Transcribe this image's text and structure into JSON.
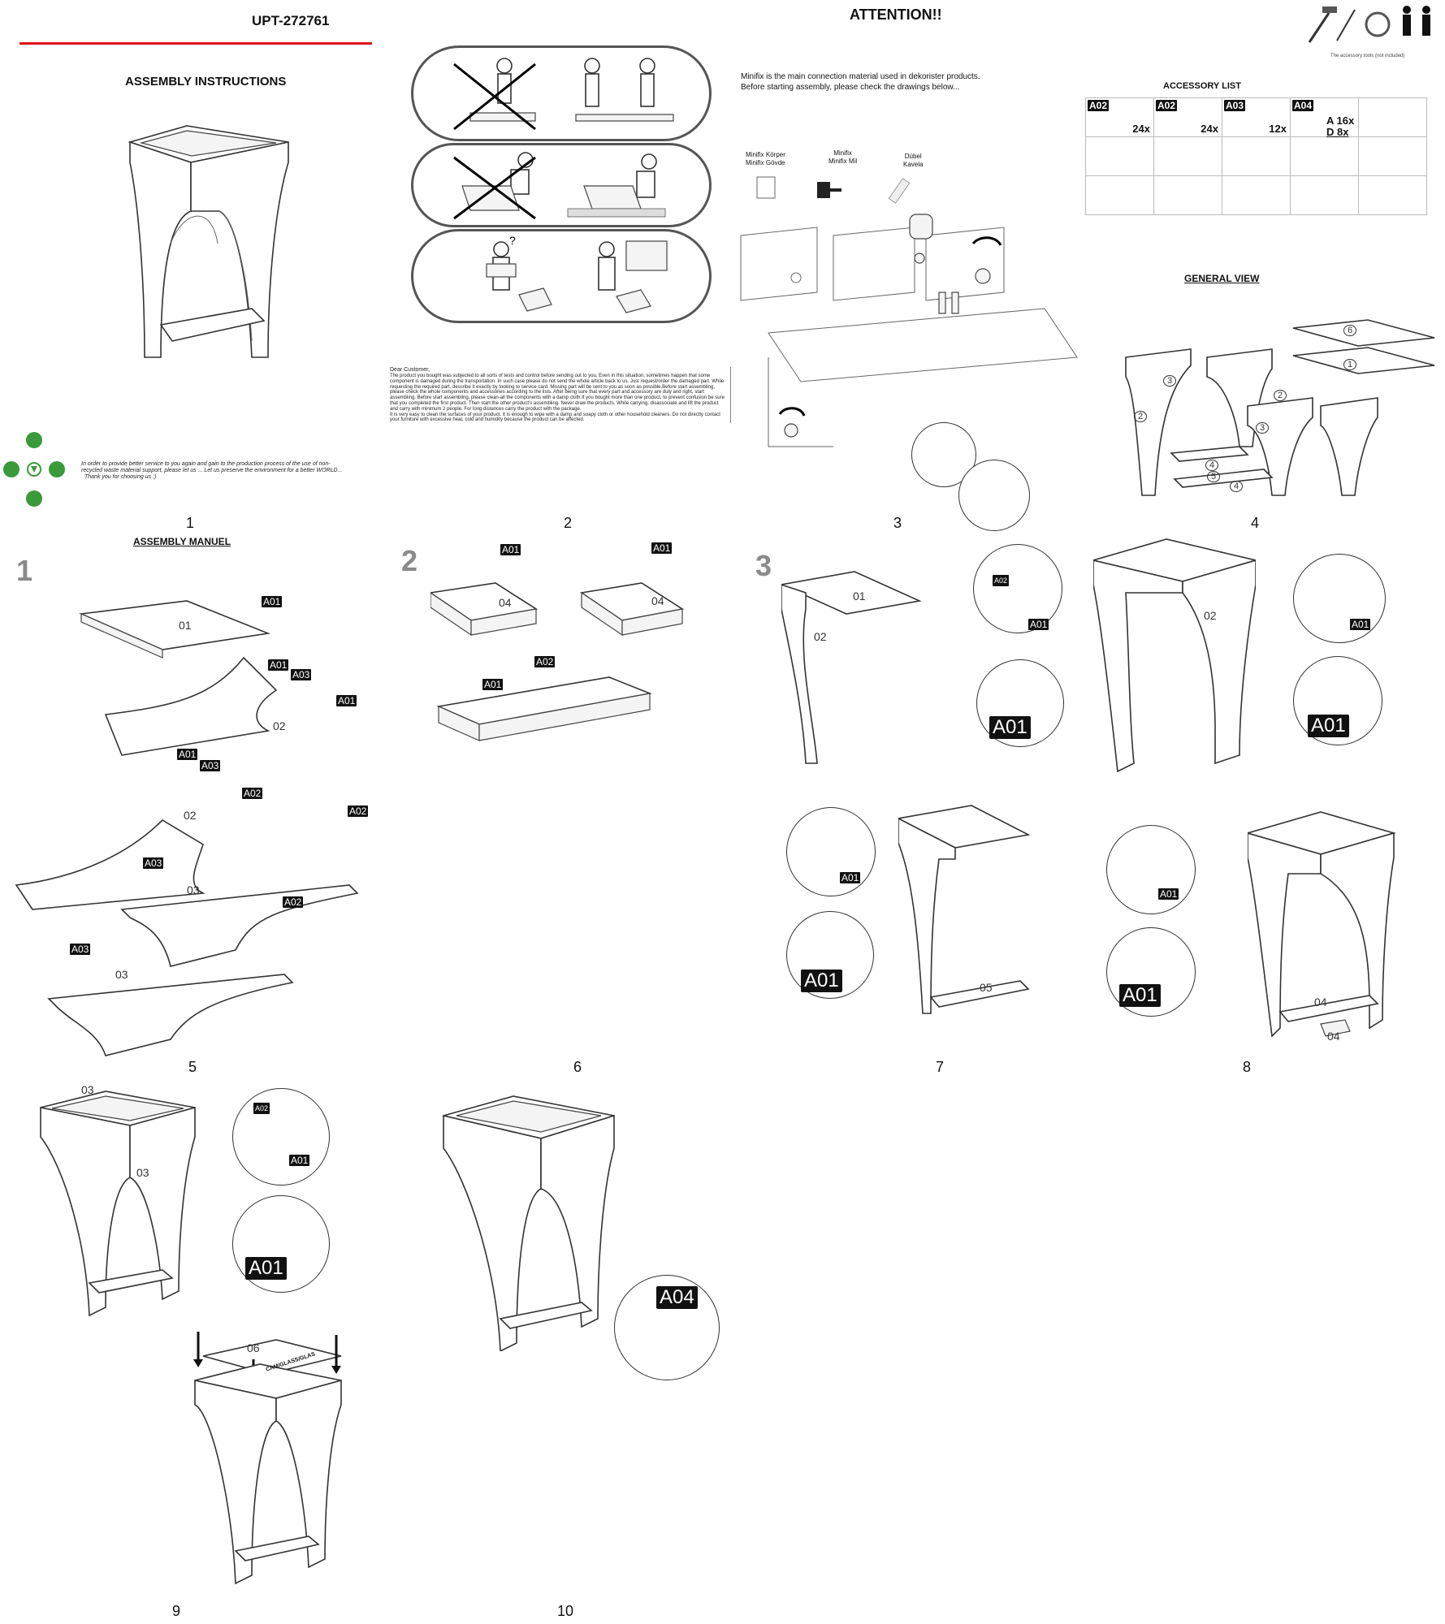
{
  "header": {
    "product_code": "UPT-272761",
    "attention": "ATTENTION!!",
    "tools_note": "The accessory tools (not included)"
  },
  "cover": {
    "title": "ASSEMBLY INSTRUCTIONS",
    "eco_note_line1": "In order to provide better service to you again and gain to the production process of the use of non-",
    "eco_note_line2": "recycled waste material support, please let us ... Let us preserve the environment for a better WORLD...",
    "eco_note_line3": "Thank you for choosing us :)"
  },
  "notice": {
    "intro_line1": "Minifix is the main connection material used in dekorister products.",
    "intro_line2": "Before starting assembly, please check the drawings below...",
    "part1_line1": "Minifix Körper",
    "part1_line2": "Minifix Gövde",
    "part2_line1": "Minifix",
    "part2_line2": "Minifix Mil",
    "part3_line1": "Dübel",
    "part3_line2": "Kavela",
    "dear_customer_title": "Dear Customer,",
    "dear_customer_body": "The product you bought was subjected to all sorts of tests and control before sending out to you. Even in this situation, sometimes happen that some component is damaged during the transportation. In such case please do not send the whole article back to us. Just request/order the damaged part. While requesting the required part, describe it exactly by looking to service card. Missing part will be sent to you as soon as possible.Before start assembling, please check the whole components and accessories according to the lists. After being sure that every part and accessory are duly and right, start assembling. Before start assembling, please clean-all the components with a damp cloth.If you bought more than one product, to prevent confusion be sure that you completed the first product. Then start the other product's assembling. Never draw the products. While carrying, disassociate and lift the product and carry with minimum 2 people. For long distances carry the product with the package.",
    "dear_customer_care": "It is very easy to clean the surfaces of your product. It is enough to wipe with a damp and soapy cloth or other household cleaners. Do not directly contact your furniture with excessive heat, cold and humidity because the product can be affected."
  },
  "accessory_list": {
    "title": "ACCESSORY LIST",
    "items": [
      {
        "code": "A02",
        "qty": "24x"
      },
      {
        "code": "A02",
        "qty": "24x"
      },
      {
        "code": "A03",
        "qty": "12x"
      },
      {
        "code": "A04",
        "qty": "A 16x",
        "qty2": "D 8x"
      }
    ]
  },
  "general_view": {
    "title": "GENERAL VIEW",
    "parts": [
      "6",
      "1",
      "3",
      "2",
      "2",
      "3",
      "4",
      "5",
      "4"
    ]
  },
  "assembly": {
    "title": "ASSEMBLY MANUEL",
    "steps": [
      "1",
      "2",
      "3"
    ],
    "glass_label": "CAM/GLASS/GLAS"
  },
  "part_labels": {
    "p01": "01",
    "p02": "02",
    "p03": "03",
    "p04": "04",
    "p05": "05",
    "p06": "06",
    "a01": "A01",
    "a02": "A02",
    "a03": "A03",
    "a04": "A04"
  },
  "page_numbers": [
    "1",
    "2",
    "3",
    "4",
    "5",
    "6",
    "7",
    "8",
    "9",
    "10"
  ]
}
